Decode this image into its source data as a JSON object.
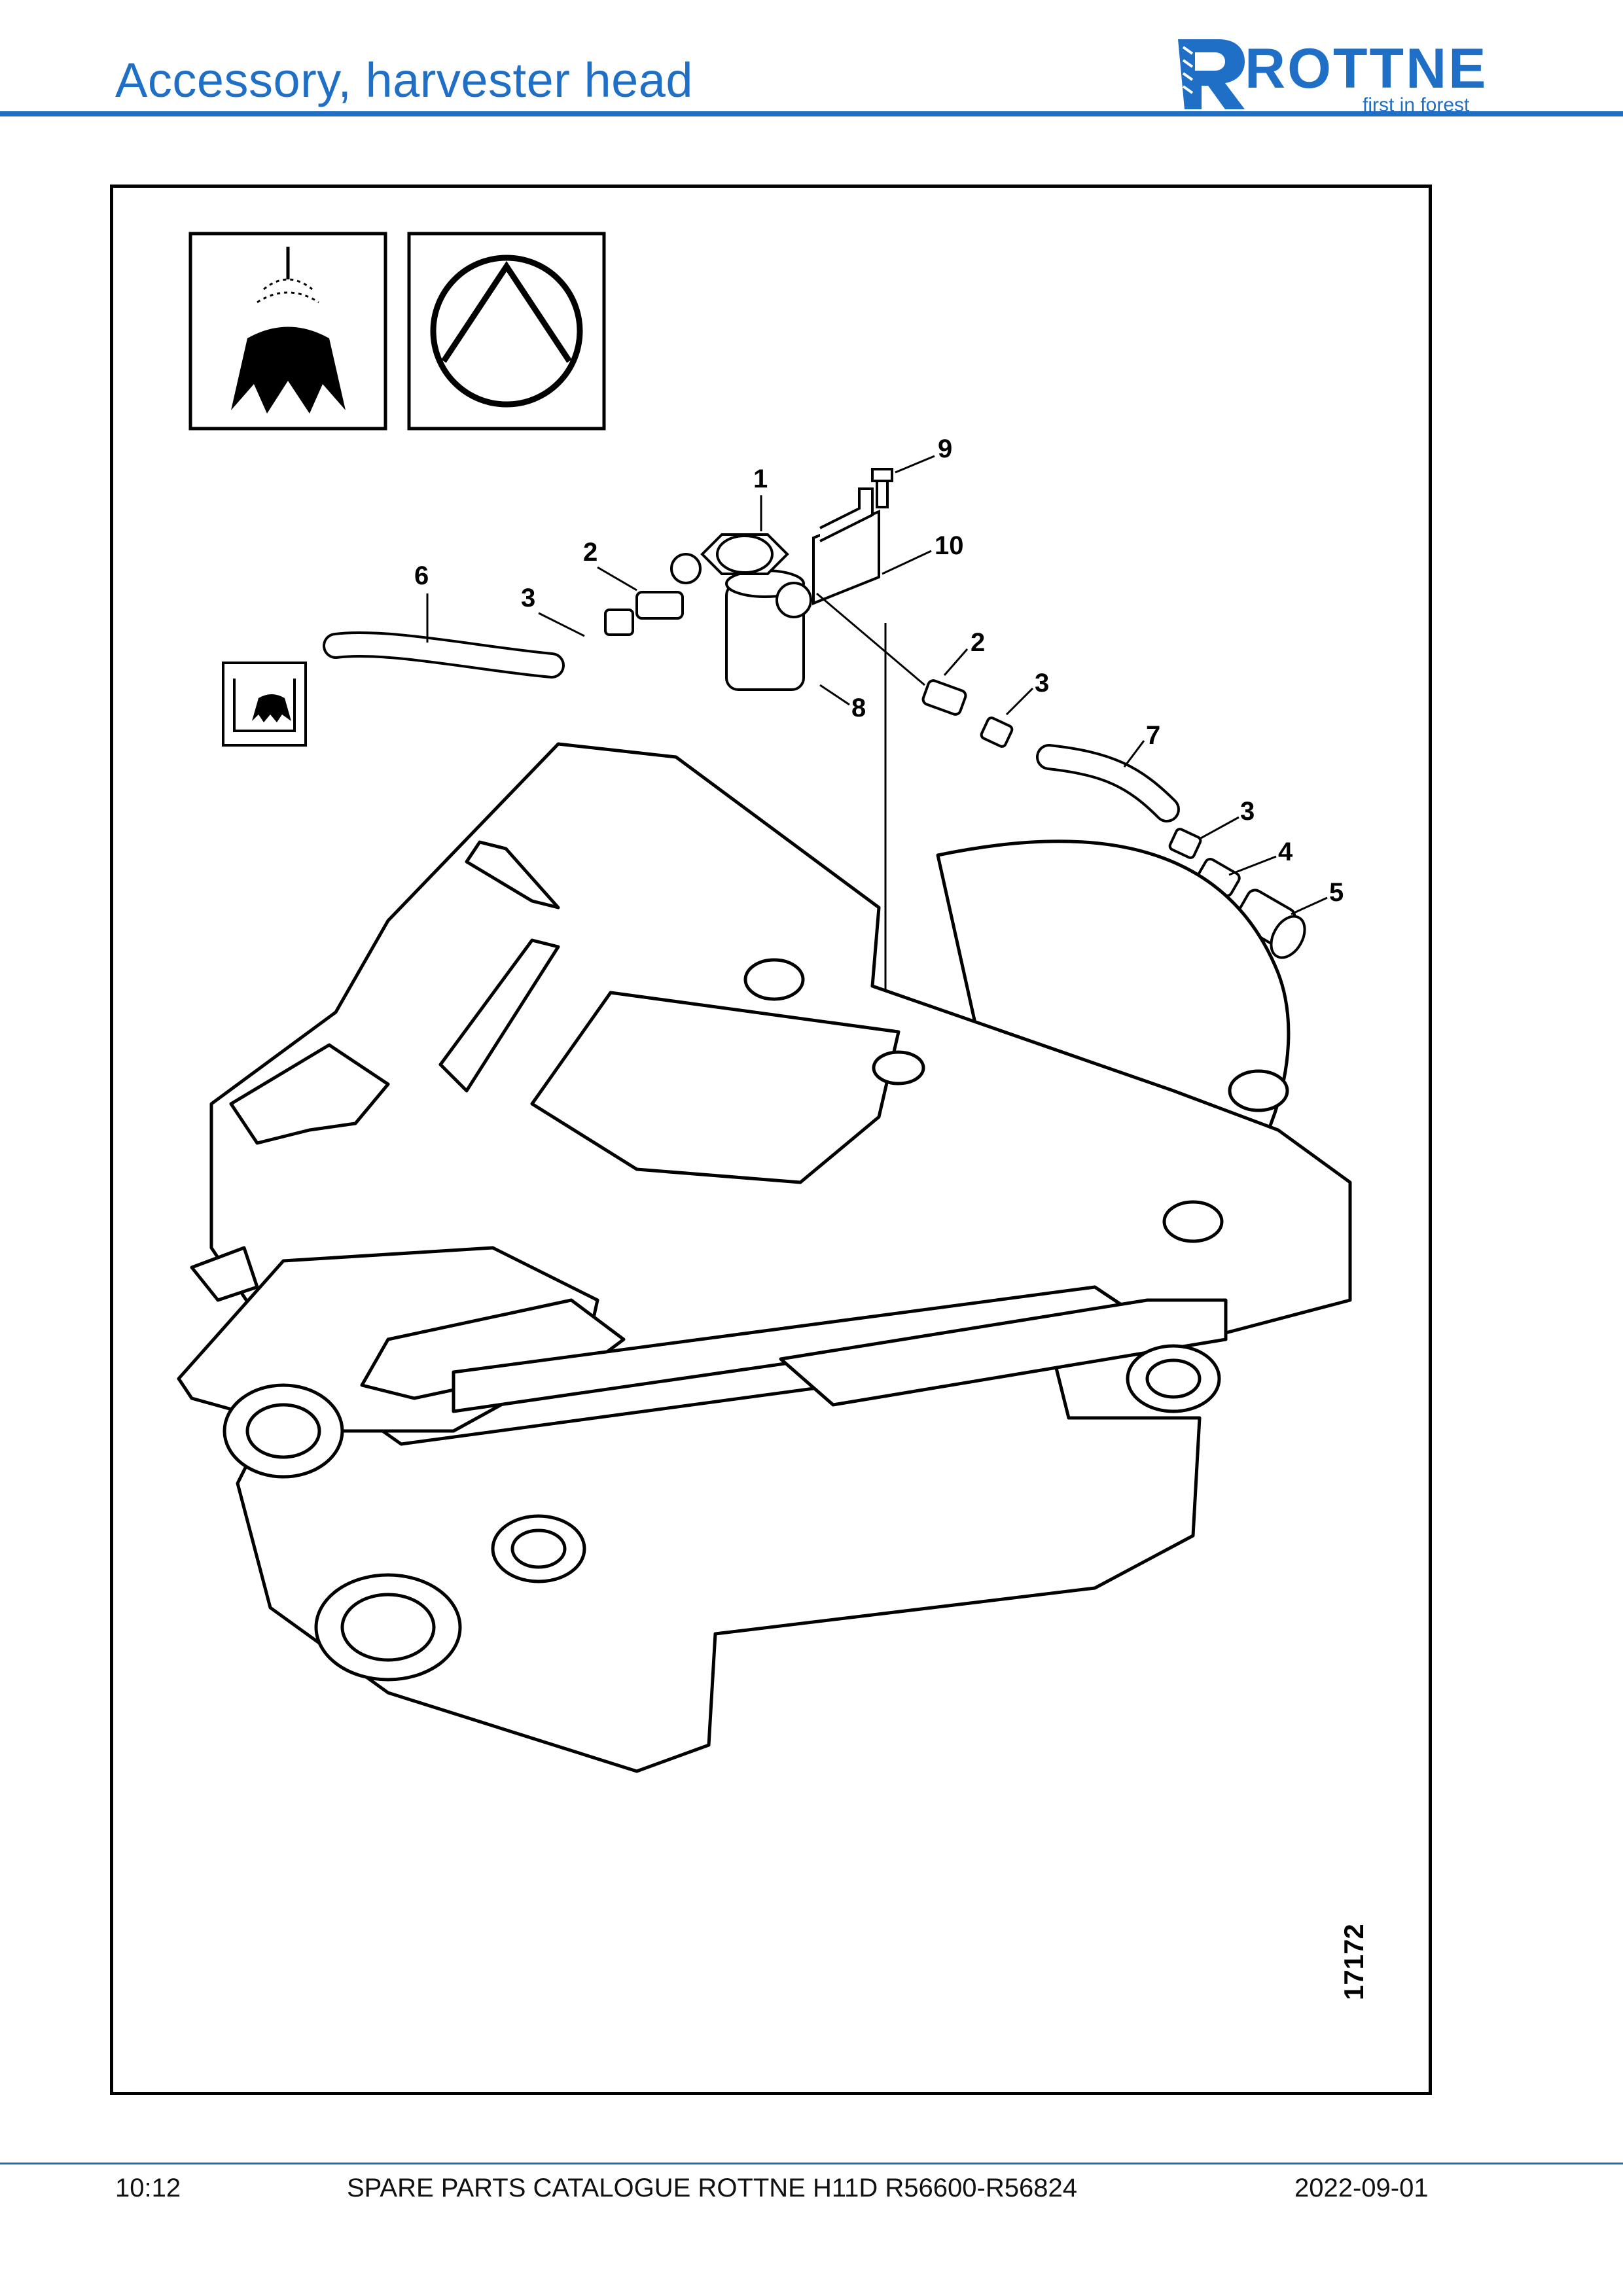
{
  "header": {
    "title": "Accessory, harvester head"
  },
  "logo": {
    "wordmark": "ROTTNE",
    "tagline": "first in forest",
    "brand_color": "#1f6fc6",
    "icon": "rottne-r-logo-icon"
  },
  "figure": {
    "icons": [
      "stump-treatment-icon",
      "circle-triangle-symbol-icon",
      "stump-treatment-tank-icon"
    ],
    "callouts": [
      "1",
      "2",
      "3",
      "6",
      "9",
      "10",
      "2",
      "3",
      "8",
      "7",
      "3",
      "4",
      "5"
    ],
    "figure_number": "17172"
  },
  "footer": {
    "page": "10:12",
    "catalogue": "SPARE PARTS CATALOGUE ROTTNE H11D R56600-R56824",
    "date": "2022-09-01"
  }
}
